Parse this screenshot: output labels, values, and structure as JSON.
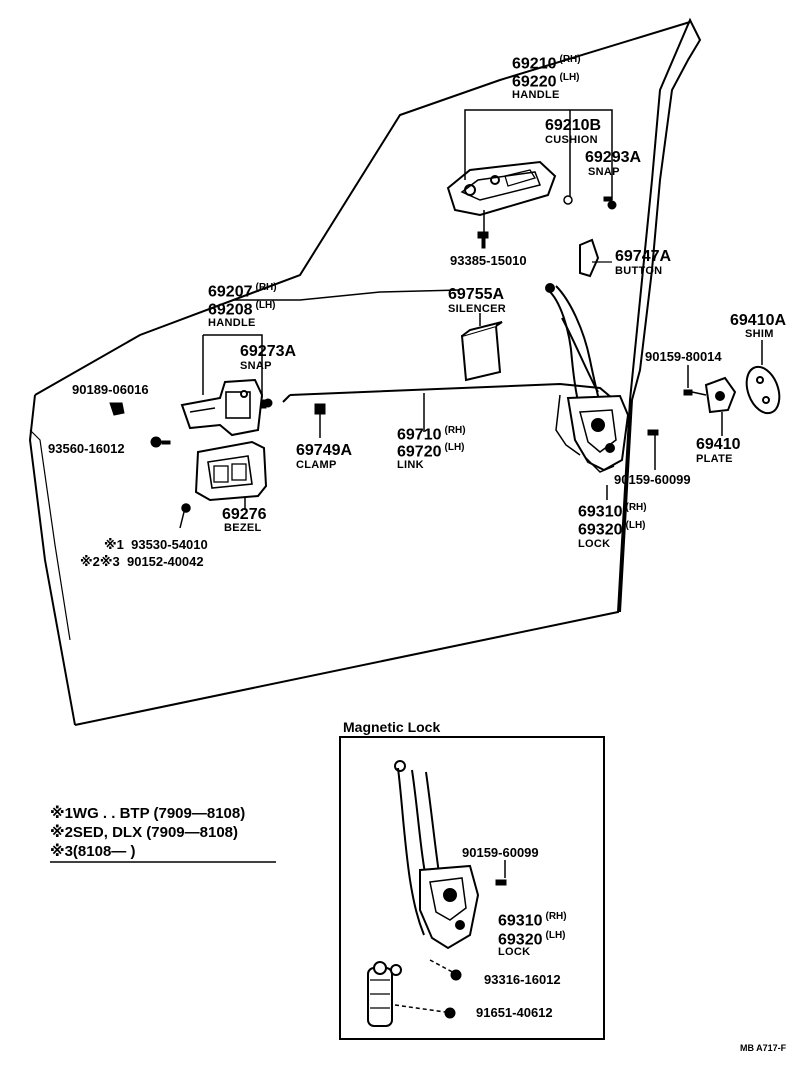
{
  "labels": {
    "outside_handle_rh": {
      "num": "69210",
      "side": "(RH)"
    },
    "outside_handle_lh": {
      "num": "69220",
      "side": "(LH)"
    },
    "outside_handle_name": "HANDLE",
    "cushion_num": "69210B",
    "cushion_name": "CUSHION",
    "snap_top_num": "69293A",
    "snap_top_name": "SNAP",
    "bolt_93385": "93385-15010",
    "button_num": "69747A",
    "button_name": "BUTTON",
    "inside_handle_rh": {
      "num": "69207",
      "side": "(RH)"
    },
    "inside_handle_lh": {
      "num": "69208",
      "side": "(LH)"
    },
    "inside_handle_name": "HANDLE",
    "silencer_num": "69755A",
    "silencer_name": "SILENCER",
    "shim_num": "69410A",
    "shim_name": "SHIM",
    "snap_mid_num": "69273A",
    "snap_mid_name": "SNAP",
    "screw_90159_80014": "90159-80014",
    "screw_90189": "90189-06016",
    "link_rh": {
      "num": "69710",
      "side": "(RH)"
    },
    "link_lh": {
      "num": "69720",
      "side": "(LH)"
    },
    "link_name": "LINK",
    "screw_93560": "93560-16012",
    "clamp_num": "69749A",
    "clamp_name": "CLAMP",
    "plate_num": "69410",
    "plate_name": "PLATE",
    "screw_90159_60099": "90159-60099",
    "bezel_num": "69276",
    "bezel_name": "BEZEL",
    "lock_rh": {
      "num": "69310",
      "side": "(RH)"
    },
    "lock_lh": {
      "num": "69320",
      "side": "(LH)"
    },
    "lock_name": "LOCK",
    "note1_mark": "※1",
    "note1_part": "93530-54010",
    "note23_mark": "※2※3",
    "note23_part": "90152-40042"
  },
  "magnetic_lock": {
    "title": "Magnetic Lock",
    "screw_90159_60099": "90159-60099",
    "lock_rh": {
      "num": "69310",
      "side": "(RH)"
    },
    "lock_lh": {
      "num": "69320",
      "side": "(LH)"
    },
    "lock_name": "LOCK",
    "bolt_93316": "93316-16012",
    "bolt_91651": "91651-40612"
  },
  "notes": [
    "※1WG . . BTP (7909—8108)",
    "※2SED, DLX  (7909—8108)",
    "※3(8108—        )"
  ],
  "figure_code": "MB  A717-F"
}
